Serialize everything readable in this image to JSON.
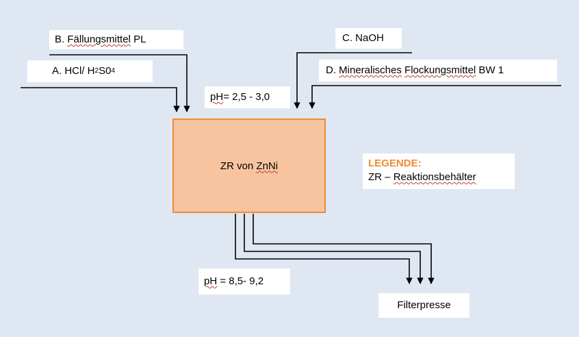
{
  "colors": {
    "background": "#dfe7f2",
    "reactor_fill": "#f8c4a0",
    "reactor_border": "#ee8b35",
    "legend_title": "#ee8b35",
    "line": "#000000"
  },
  "inputs": {
    "b": {
      "prefix": "B.",
      "word": "Fällungsmittel",
      "suffix": "PL"
    },
    "a": {
      "prefix": "A.  HCl/ H",
      "sub1": "2",
      "mid": "S0",
      "sub2": "4"
    },
    "c": {
      "text": "C. NaOH"
    },
    "d": {
      "prefix": "D.",
      "word1": "Mineralisches",
      "word2": "Flockungsmittel",
      "suffix": "BW 1"
    }
  },
  "ph_in": {
    "ph": "pH",
    "value": " = 2,5 - 3,0"
  },
  "reactor": {
    "prefix": "ZR von ",
    "word": "ZnNi"
  },
  "legend": {
    "title": "LEGENDE:",
    "prefix": "ZR – ",
    "word": "Reaktionsbehälter"
  },
  "ph_out": {
    "ph": "pH",
    "value": " = 8,5- 9,2"
  },
  "output": {
    "text": "Filterpresse"
  }
}
